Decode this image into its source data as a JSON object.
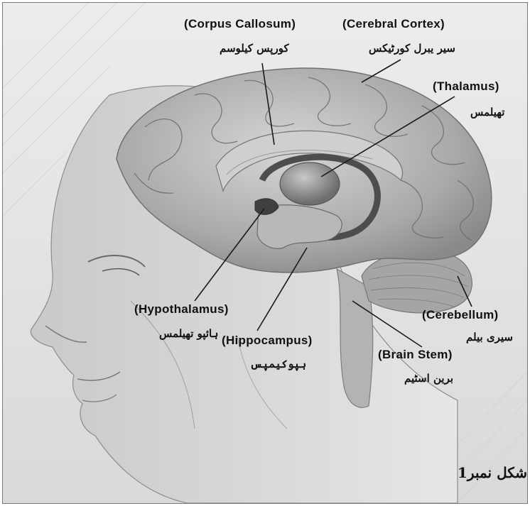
{
  "labels": {
    "corpus_callosum": {
      "en": "(Corpus Callosum)",
      "ur": "کورپس کیلوسم"
    },
    "cerebral_cortex": {
      "en": "(Cerebral Cortex)",
      "ur": "سیر یبرل کورٹیکس"
    },
    "thalamus": {
      "en": "(Thalamus)",
      "ur": "تھیلمس"
    },
    "hypothalamus": {
      "en": "(Hypothalamus)",
      "ur": "ہائپو تھیلمس"
    },
    "hippocampus": {
      "en": "(Hippocampus)",
      "ur": "ہپوکیمپس"
    },
    "cerebellum": {
      "en": "(Cerebellum)",
      "ur": "سیری بیلم"
    },
    "brain_stem": {
      "en": "(Brain Stem)",
      "ur": "برین اسٹیم"
    }
  },
  "figure_caption": "شکل نمبر1",
  "colors": {
    "leader_line": "#1a1a1a",
    "text": "#111111",
    "border": "#7a7a7a"
  }
}
